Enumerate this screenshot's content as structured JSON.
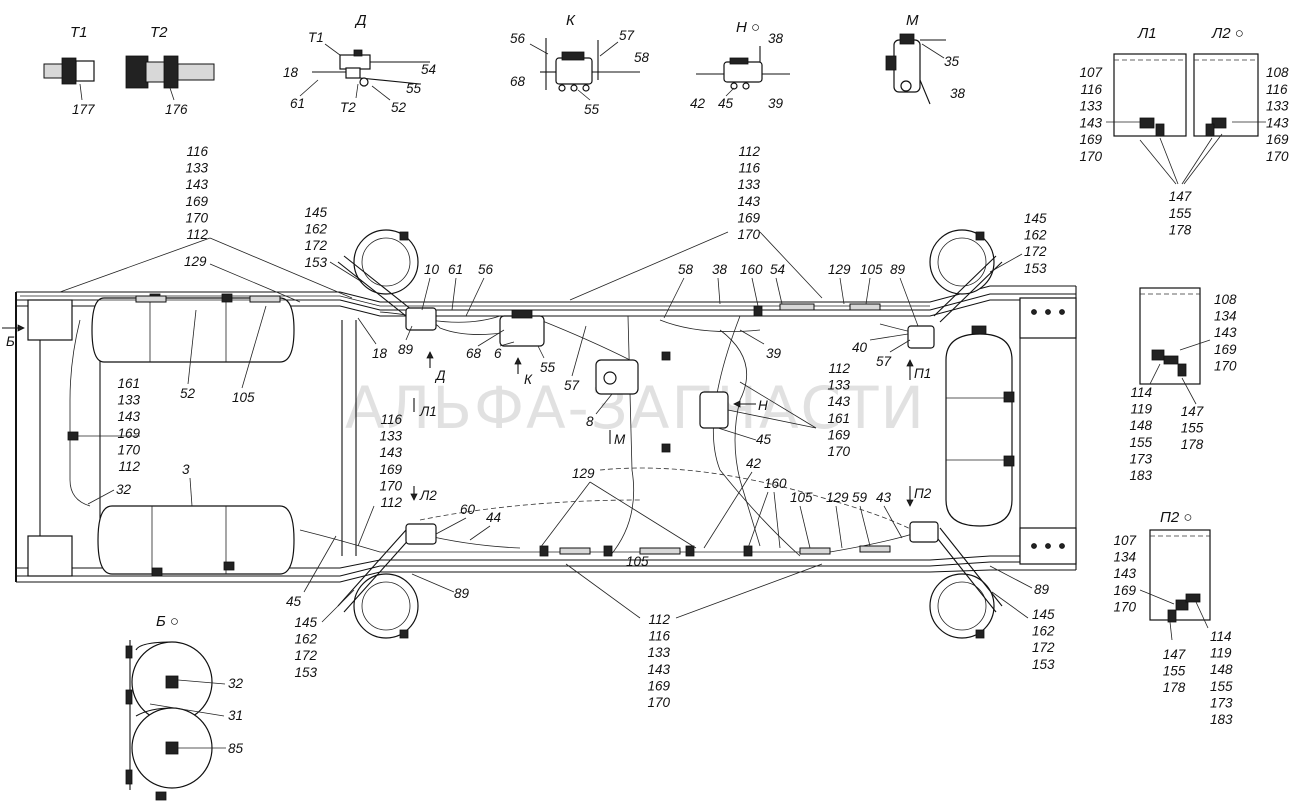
{
  "watermark": "АЛЬФА-ЗАПЧАСТИ",
  "views": {
    "t1": {
      "title": "Т1",
      "part": "177"
    },
    "t2": {
      "title": "Т2",
      "part": "176"
    },
    "d": {
      "title": "Д",
      "t1": "Т1",
      "t2": "Т2",
      "p18": "18",
      "p61": "61",
      "p54": "54",
      "p55": "55",
      "p52": "52"
    },
    "k": {
      "title": "К",
      "p56": "56",
      "p57": "57",
      "p58": "58",
      "p68": "68",
      "p55": "55"
    },
    "n": {
      "title": "Н ○",
      "p38": "38",
      "p42": "42",
      "p45": "45",
      "p39": "39"
    },
    "m": {
      "title": "М",
      "p35": "35",
      "p38": "38"
    },
    "l1": {
      "title": "Л1",
      "stack": [
        "107",
        "116",
        "133",
        "143",
        "169",
        "170"
      ]
    },
    "l2": {
      "title": "Л2 ○",
      "stack": [
        "108",
        "116",
        "133",
        "143",
        "169",
        "170"
      ]
    },
    "l_common": [
      "147",
      "155",
      "178"
    ],
    "p1": {
      "title": "П1",
      "right": [
        "108",
        "134",
        "143",
        "169",
        "170"
      ],
      "left": [
        "114",
        "119",
        "148",
        "155",
        "173",
        "183"
      ],
      "bottom": [
        "147",
        "155",
        "178"
      ]
    },
    "p2": {
      "title": "П2 ○",
      "left_top": [
        "107",
        "134",
        "143",
        "169",
        "170"
      ],
      "right": [
        "114",
        "119",
        "148",
        "155",
        "173",
        "183"
      ],
      "bottom": [
        "147",
        "155",
        "178"
      ]
    },
    "b": {
      "title": "Б ○",
      "p32": "32",
      "p31": "31",
      "p85": "85"
    }
  },
  "callouts": {
    "top_left_stack": [
      "116",
      "133",
      "143",
      "169",
      "170",
      "112"
    ],
    "top_center_stack": [
      "112",
      "116",
      "133",
      "143",
      "169",
      "170"
    ],
    "bottom_center_stack": [
      "112",
      "116",
      "133",
      "143",
      "169",
      "170"
    ],
    "left_mid_stack": [
      "161",
      "133",
      "143",
      "169",
      "170",
      "112"
    ],
    "center_stack_l2": [
      "116",
      "133",
      "143",
      "169",
      "170",
      "112"
    ],
    "center_right_stack": [
      "112",
      "133",
      "143",
      "161",
      "169",
      "170"
    ],
    "wheel_stack": [
      "145",
      "162",
      "172",
      "153"
    ],
    "p129": "129",
    "p52": "52",
    "p105": "105",
    "p3": "3",
    "p32": "32",
    "p45": "45",
    "p89": "89",
    "p18": "18",
    "p10": "10",
    "p61": "61",
    "p56": "56",
    "p68": "68",
    "p6": "6",
    "p55": "55",
    "p57": "57",
    "p8": "8",
    "p58": "58",
    "p38": "38",
    "p160": "160",
    "p54": "54",
    "p39": "39",
    "p40": "40",
    "p42": "42",
    "p59": "59",
    "p43": "43",
    "p60": "60",
    "p44": "44",
    "arrow_b": "Б",
    "arrow_d": "Д",
    "arrow_k": "К",
    "arrow_m": "М",
    "arrow_n": "Н",
    "arrow_l1": "Л1",
    "arrow_l2": "Л2",
    "arrow_p1": "П1",
    "arrow_p2": "П2"
  }
}
